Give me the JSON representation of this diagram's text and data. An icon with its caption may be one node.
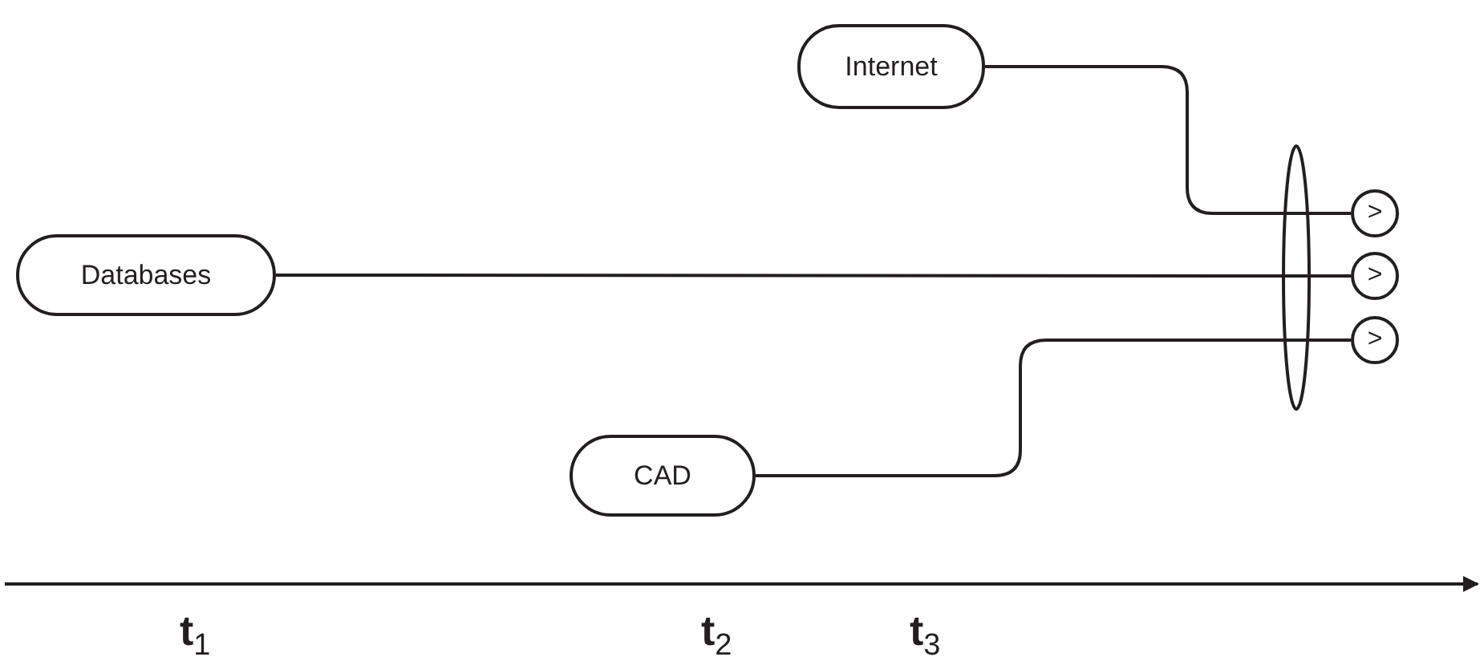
{
  "diagram": {
    "nodes": [
      {
        "text": [
          "Internet"
        ]
      },
      {
        "text": [
          "Databases"
        ]
      },
      {
        "text": [
          "CAD"
        ]
      },
      {
        "text": [
          ">"
        ]
      },
      {
        "text": [
          ">"
        ]
      },
      {
        "text": [
          ">"
        ]
      }
    ],
    "edges": [
      {
        "from": 0,
        "to": 3,
        "arrow": "none"
      },
      {
        "from": 1,
        "to": 4,
        "arrow": "none"
      },
      {
        "from": 2,
        "to": 5,
        "arrow": "none"
      }
    ],
    "labels": [
      "t$_{1}$",
      "t$_{2}$",
      "t$_{3}$"
    ]
  }
}
